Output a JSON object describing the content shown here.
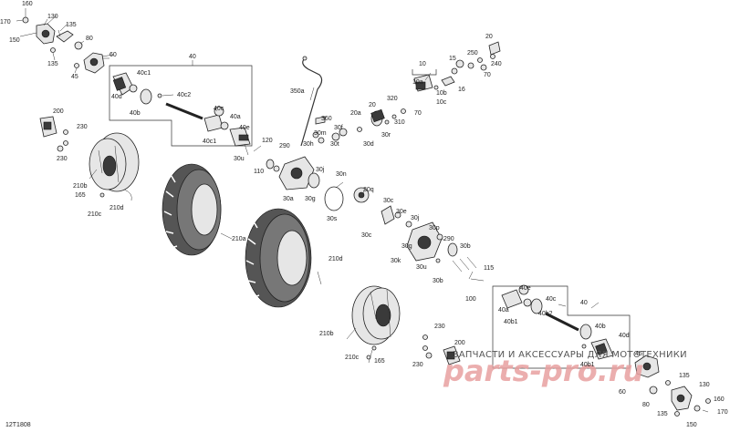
{
  "figure_id": "12T1808",
  "watermark": {
    "line1": "ЗАПЧАСТИ И АКСЕССУАРЫ ДЛЯ МОТОТЕХНИКИ",
    "logo": "parts-pro.ru"
  },
  "callouts": {
    "c160a": "160",
    "c170a": "170",
    "c150a": "150",
    "c130a": "130",
    "c135a": "135",
    "c135b": "135",
    "c80a": "80",
    "c45a": "45",
    "c60a": "60",
    "c40a": "40",
    "c40c1a": "40c1",
    "c40da": "40d",
    "c40ba": "40b",
    "c40c2a": "40c2",
    "c40ca": "40c",
    "c40aa": "40a",
    "c40ea": "40e",
    "c40c1b": "40c1",
    "c200a": "200",
    "c230a": "230",
    "c230b": "230",
    "c210ba": "210b",
    "c165a": "165",
    "c210ca": "210c",
    "c210da": "210d",
    "c210aa": "210a",
    "c350a": "350a",
    "c360": "360",
    "c30m": "30m",
    "c30h": "30h",
    "c30t": "30t",
    "c30f": "30f",
    "c30d": "30d",
    "c20aa": "20a",
    "c20b": "20",
    "c30r": "30r",
    "c310": "310",
    "c320": "320",
    "c70a": "70",
    "c10": "10",
    "c10a": "10a",
    "c10b": "10b",
    "c10c": "10c",
    "c15": "15",
    "c16": "16",
    "c250": "250",
    "c20a": "20",
    "c240": "240",
    "c70b": "70",
    "c290a": "290",
    "c30a": "30a",
    "c30j1": "30j",
    "c30g1": "30g",
    "c30n": "30n",
    "c30s": "30s",
    "c30q": "30q",
    "c120": "120",
    "c110": "110",
    "c30u1": "30u",
    "c30c1": "30c",
    "c30e": "30e",
    "c30j2": "30j",
    "c30c2": "30c",
    "c30g2": "30g",
    "c30k": "30k",
    "c30p": "30p",
    "c290b": "290",
    "c30u2": "30u",
    "c30b1": "30b",
    "c30b2": "30b",
    "c115": "115",
    "c100": "100",
    "c210db": "210d",
    "c40b": "40",
    "c40eb": "40e",
    "c40cb": "40c",
    "c40ab": "40a",
    "c40b1a": "40b1",
    "c40b2": "40b2",
    "c40bb": "40b",
    "c40db": "40d",
    "c40b1b": "40b1",
    "c45b": "45",
    "c60b": "60",
    "c130b": "130",
    "c135c": "135",
    "c80b": "80",
    "c160b": "160",
    "c135d": "135",
    "c170b": "170",
    "c150b": "150",
    "c230c": "230",
    "c200b": "200",
    "c230d": "230",
    "c210bb": "210b",
    "c210cb": "210c",
    "c165b": "165"
  }
}
